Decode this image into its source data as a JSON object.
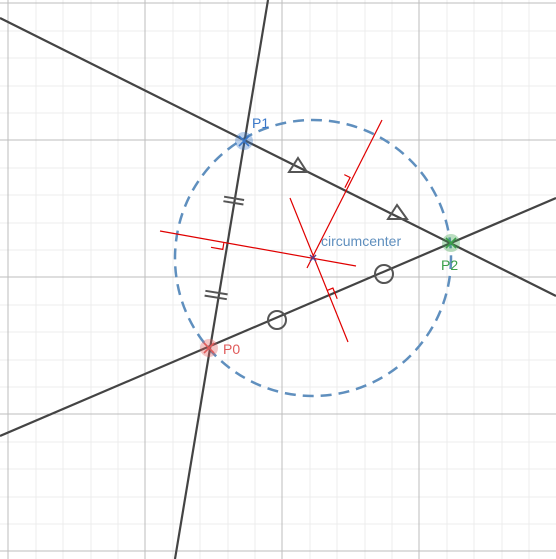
{
  "labels": {
    "p0": "P0",
    "p1": "P1",
    "p2": "P2",
    "center": "circumcenter"
  },
  "colors": {
    "p0": "#e05a5a",
    "p1": "#3a78c9",
    "p2": "#3aa04a",
    "center_label": "#5f8fbe",
    "circle": "#5f8fbe",
    "line": "#444444",
    "bisector": "#e00000",
    "grid_minor": "#ececec",
    "grid_major": "#bdbdbd",
    "tick": "#555555"
  }
}
